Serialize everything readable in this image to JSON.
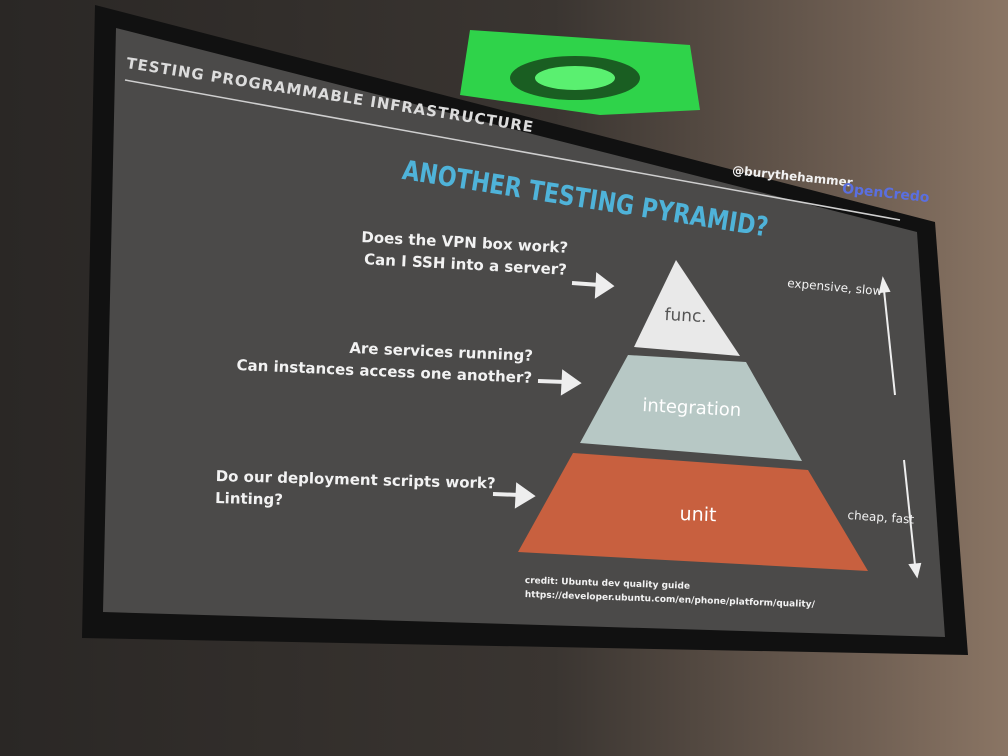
{
  "slide": {
    "header": "TESTING PROGRAMMABLE INFRASTRUCTURE",
    "title": "ANOTHER TESTING PYRAMID?",
    "handle": "@burythehammer",
    "brand": "OpenCredo",
    "colors": {
      "title": "#4fb3d9",
      "brand": "#5a6fe0",
      "func": "#e9e9e9",
      "integration": "#b7c8c5",
      "unit": "#c8603f",
      "slide_bg": "#4b4a49"
    },
    "questions": [
      {
        "lines": [
          "Does the VPN box work?",
          "Can I SSH into a server?"
        ]
      },
      {
        "lines": [
          "Are services running?",
          "Can instances access one another?"
        ]
      },
      {
        "lines": [
          "Do our deployment scripts work?",
          "Linting?"
        ]
      }
    ],
    "pyramid": [
      {
        "label": "func."
      },
      {
        "label": "integration"
      },
      {
        "label": "unit"
      }
    ],
    "scale": {
      "top": "expensive, slow",
      "bottom": "cheap, fast"
    },
    "credit": {
      "line1": "credit: Ubuntu dev quality guide",
      "line2": "https://developer.ubuntu.com/en/phone/platform/quality/"
    }
  }
}
